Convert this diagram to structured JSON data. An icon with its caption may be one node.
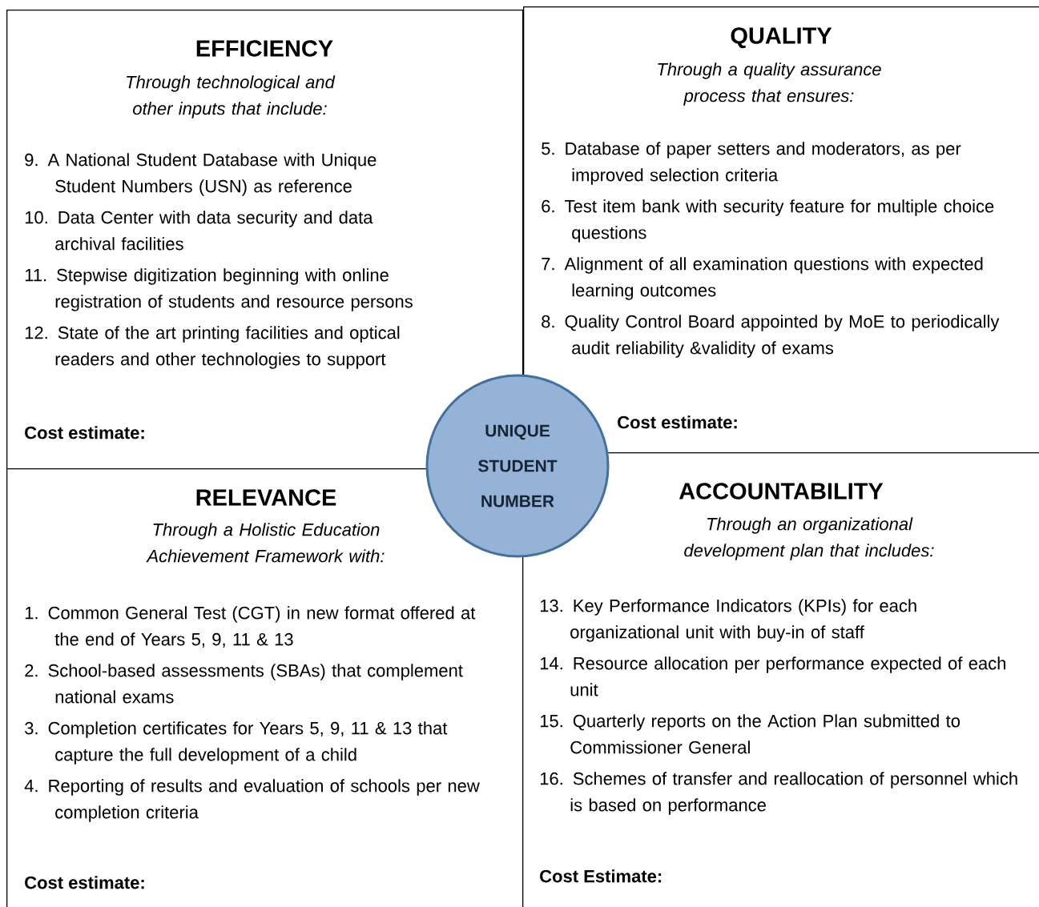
{
  "diagram": {
    "nodes": [
      {
        "text": [
          "EFFICIENCY",
          "Through technological and other inputs that include:",
          "9. A National Student Database with Unique Student Numbers (USN) as reference",
          "10. Data Center with data security and data archival facilities",
          "11. Stepwise digitization beginning with online registration of students and resource persons",
          "12. State of the art printing facilities and optical readers and other technologies to support",
          "Cost estimate:"
        ]
      },
      {
        "text": [
          "QUALITY",
          "Through a quality assurance process that ensures:",
          "5. Database of paper setters and moderators, as per improved selection criteria",
          "6. Test item bank with security feature for multiple choice questions",
          "7. Alignment of all examination questions with expected learning outcomes",
          "8. Quality Control Board appointed by MoE to periodically audit reliability &validity of exams",
          "Cost estimate:"
        ]
      },
      {
        "text": [
          "UNIQUE STUDENT NUMBER"
        ]
      },
      {
        "text": [
          "RELEVANCE",
          "Through a Holistic Education Achievement Framework with:",
          "1. Common General Test (CGT) in new format offered at the end of Years 5, 9, 11 & 13",
          "2. School-based assessments (SBAs) that complement national exams",
          "3. Completion certificates for Years 5, 9, 11 & 13 that capture the full development of a child",
          "4. Reporting of results and evaluation of schools per new completion criteria",
          "Cost estimate:"
        ]
      },
      {
        "text": [
          "ACCOUNTABILITY",
          "Through an organizational development plan that includes:",
          "13. Key Performance Indicators (KPIs) for each organizational unit with buy-in of staff",
          "14. Resource allocation per performance expected of each unit",
          "15. Quarterly reports on the Action Plan submitted to Commissioner General",
          "16. Schemes of transfer and reallocation of personnel which is based on performance",
          "Cost Estimate:"
        ]
      }
    ]
  }
}
